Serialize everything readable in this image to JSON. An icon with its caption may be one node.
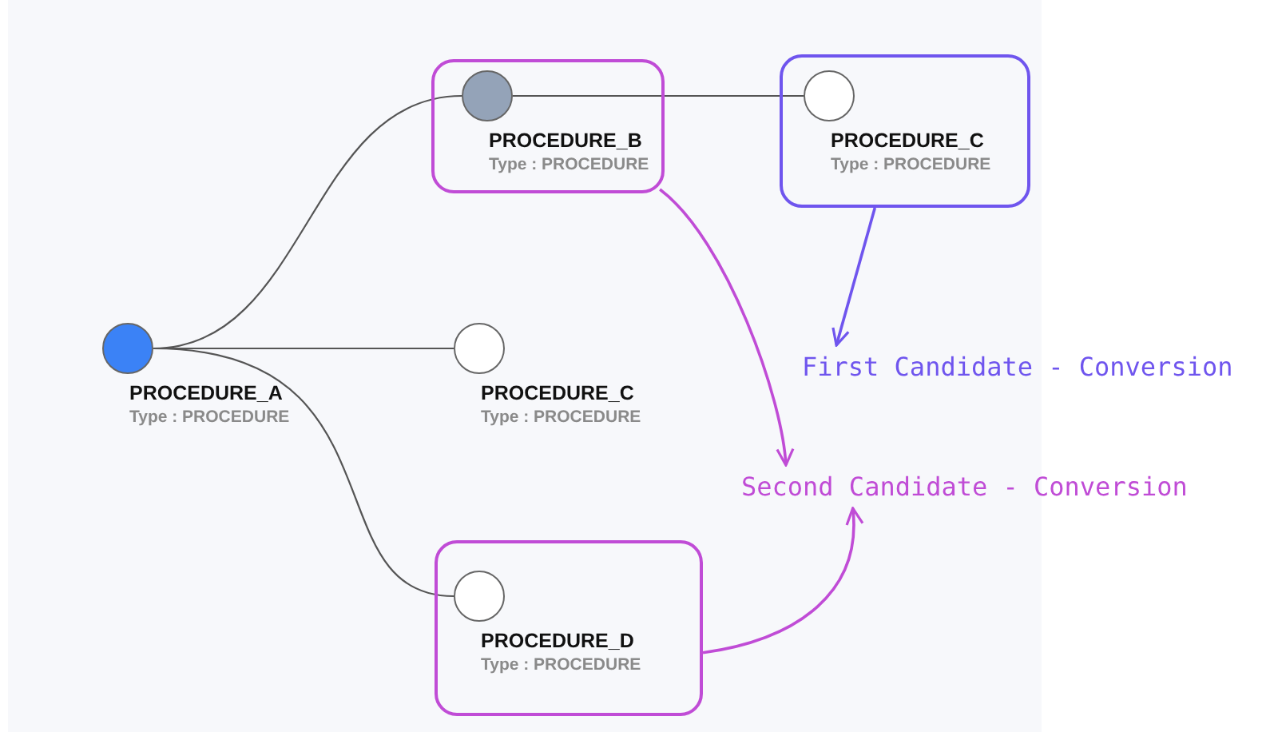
{
  "diagram": {
    "nodes": [
      {
        "text": [
          "PROCEDURE_A",
          "Type : PROCEDURE"
        ]
      },
      {
        "text": [],
        "shape": "box"
      },
      {
        "text": [
          "PROCEDURE_B",
          "Type : PROCEDURE"
        ],
        "in": 1
      },
      {
        "text": [],
        "shape": "box"
      },
      {
        "text": [
          "PROCEDURE_C",
          "Type : PROCEDURE"
        ],
        "in": 3
      },
      {
        "text": [
          "PROCEDURE_C",
          "Type : PROCEDURE"
        ]
      },
      {
        "text": [],
        "shape": "box"
      },
      {
        "text": [
          "PROCEDURE_D",
          "Type : PROCEDURE"
        ],
        "in": 6
      },
      {
        "text": [
          "First Candidate - Conversion"
        ]
      },
      {
        "text": [
          "Second Candidate - Conversion"
        ]
      }
    ],
    "edges": [
      {
        "from": 0,
        "to": 2,
        "arrow": "none"
      },
      {
        "from": 0,
        "to": 5,
        "arrow": "none"
      },
      {
        "from": 0,
        "to": 7,
        "arrow": "none"
      },
      {
        "from": 2,
        "to": 4,
        "arrow": "none"
      },
      {
        "from": 3,
        "to": 8,
        "arrow": "to",
        "color": "#6f55ee"
      },
      {
        "from": 1,
        "to": 9,
        "arrow": "to",
        "color": "#c04cd6"
      },
      {
        "from": 6,
        "to": 9,
        "arrow": "to",
        "color": "#c04cd6"
      }
    ]
  }
}
